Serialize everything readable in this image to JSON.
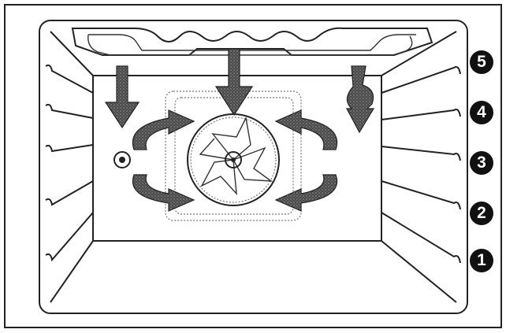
{
  "diagram": {
    "rack_levels": [
      "5",
      "4",
      "3",
      "2",
      "1"
    ]
  },
  "colors": {
    "ink": "#222222",
    "arrow_fill": "#3a3a3a",
    "badge": "#111111"
  }
}
